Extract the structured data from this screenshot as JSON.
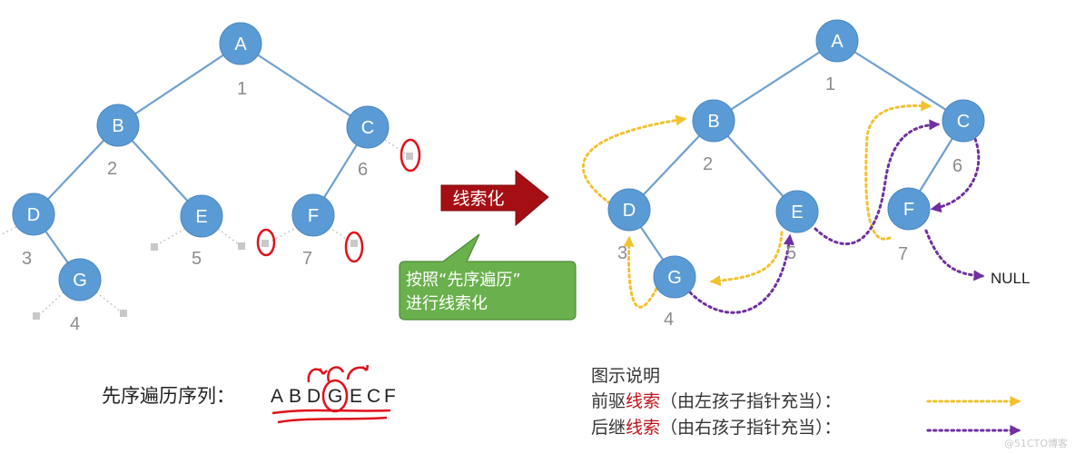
{
  "left_tree": {
    "nodes": {
      "A": "A",
      "B": "B",
      "C": "C",
      "D": "D",
      "E": "E",
      "F": "F",
      "G": "G"
    },
    "indices": [
      "1",
      "2",
      "3",
      "4",
      "5",
      "6",
      "7"
    ]
  },
  "right_tree": {
    "nodes": {
      "A": "A",
      "B": "B",
      "C": "C",
      "D": "D",
      "E": "E",
      "F": "F",
      "G": "G"
    },
    "indices": [
      "1",
      "2",
      "3",
      "4",
      "5",
      "6",
      "7"
    ],
    "null_label": "NULL"
  },
  "arrow_label": "线索化",
  "callout_text": [
    "按照“先序遍历”",
    "进行线索化"
  ],
  "sequence": {
    "label": "先序遍历序列：",
    "letters": [
      "A",
      "B",
      "D",
      "G",
      "E",
      "C",
      "F"
    ]
  },
  "legend": {
    "title": "图示说明",
    "pred": {
      "prefix": "前驱",
      "highlight": "线索",
      "suffix": "（由左孩子指针充当）："
    },
    "succ": {
      "prefix": "后继",
      "highlight": "线索",
      "suffix": "（由右孩子指针充当）："
    }
  },
  "watermark": "@51CTO博客",
  "colors": {
    "node_fill": "#5b9bd5",
    "edge": "#6fa0cf",
    "pred_thread": "#f2c12e",
    "succ_thread": "#7030a0",
    "red_mark": "#e0101a",
    "arrow_fill": "#a50f14",
    "callout_fill": "#6ab04c"
  }
}
